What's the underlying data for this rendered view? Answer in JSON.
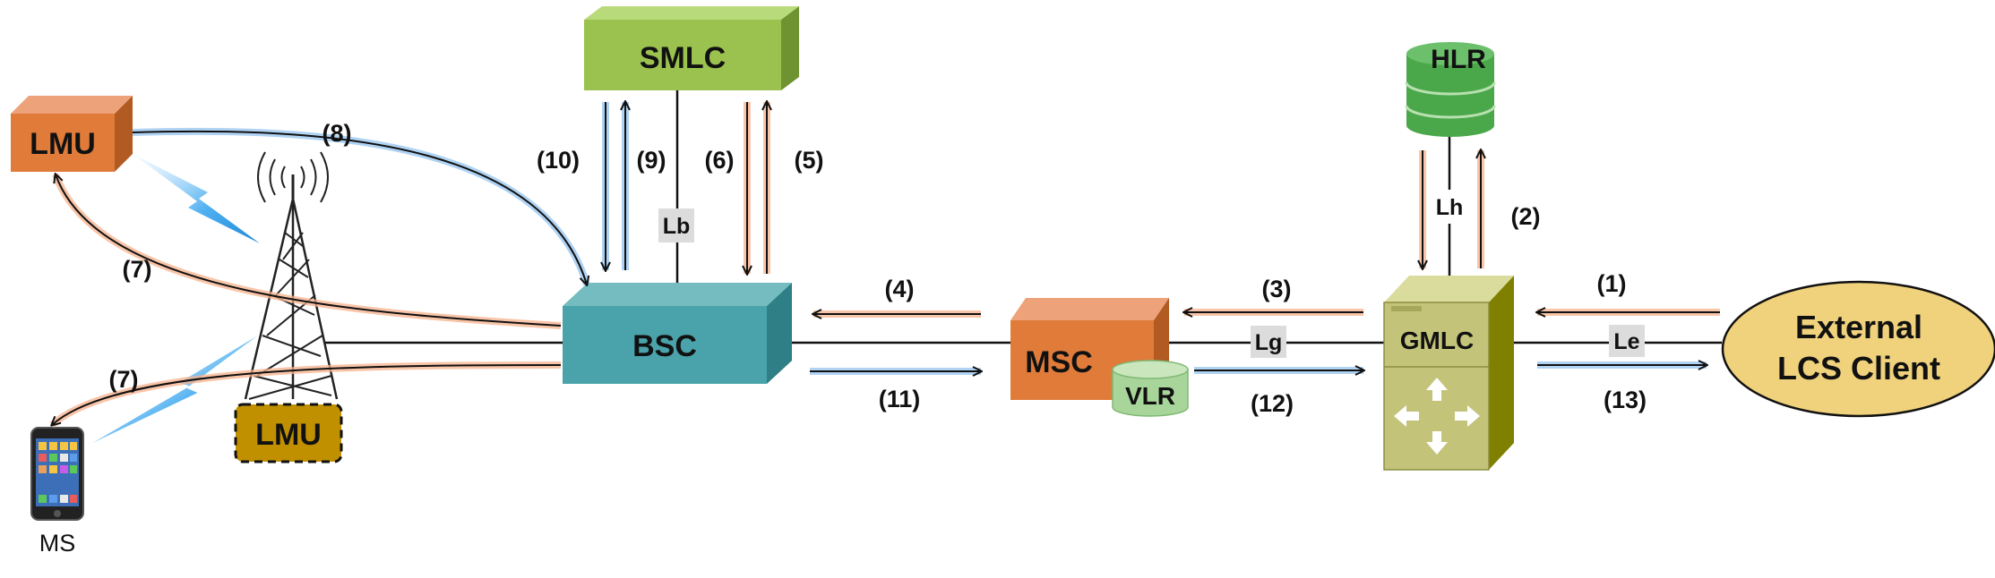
{
  "nodes": {
    "smlc": "SMLC",
    "lmu_top": "LMU",
    "lmu_bottom": "LMU",
    "bsc": "BSC",
    "msc": "MSC",
    "vlr": "VLR",
    "gmlc": "GMLC",
    "hlr": "HLR",
    "external_line1": "External",
    "external_line2": "LCS Client",
    "ms": "MS"
  },
  "interfaces": {
    "lb": "Lb",
    "lg": "Lg",
    "lh": "Lh",
    "le": "Le"
  },
  "steps": {
    "s1": "(1)",
    "s2": "(2)",
    "s3": "(3)",
    "s4": "(4)",
    "s5": "(5)",
    "s6": "(6)",
    "s7a": "(7)",
    "s7b": "(7)",
    "s8": "(8)",
    "s9": "(9)",
    "s10": "(10)",
    "s11": "(11)",
    "s12": "(12)",
    "s13": "(13)"
  },
  "colors": {
    "smlc": "#9bc24f",
    "lmu_top": "#e07b3a",
    "lmu_bottom": "#c09000",
    "bsc": "#4aa3aa",
    "msc": "#e07b3a",
    "vlr": "#a8d59a",
    "gmlc": "#c3c47a",
    "hlr": "#4aa84a",
    "external": "#f0d27c",
    "arrow_request": "#f7b28c",
    "arrow_response": "#9cc8f0"
  }
}
